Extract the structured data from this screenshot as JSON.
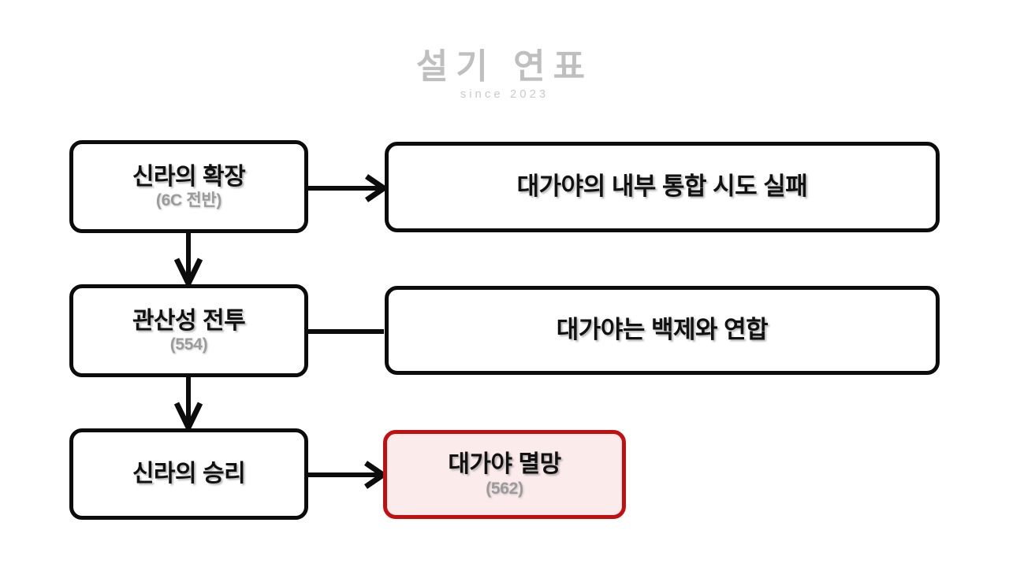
{
  "watermark": {
    "main": "설기 연표",
    "sub": "since 2023"
  },
  "colors": {
    "background": "#ffffff",
    "node_border": "#0c0c0c",
    "node_fill": "#ffffff",
    "title_text": "#111111",
    "subtitle_text": "#9b9b9b",
    "highlight_border": "#c30f0f",
    "highlight_fill": "#fbebeb",
    "connector": "#0c0c0c"
  },
  "diagram": {
    "type": "flowchart",
    "nodes": [
      {
        "id": "n1",
        "title": "신라의 확장",
        "subtitle": "(6C 전반)",
        "highlight": false
      },
      {
        "id": "n2",
        "title": "대가야의 내부 통합 시도 실패",
        "subtitle": "",
        "highlight": false
      },
      {
        "id": "n3",
        "title": "관산성 전투",
        "subtitle": "(554)",
        "highlight": false
      },
      {
        "id": "n4",
        "title": "대가야는 백제와 연합",
        "subtitle": "",
        "highlight": false
      },
      {
        "id": "n5",
        "title": "신라의 승리",
        "subtitle": "",
        "highlight": false
      },
      {
        "id": "n6",
        "title": "대가야 멸망",
        "subtitle": "(562)",
        "highlight": true
      }
    ],
    "edges": [
      {
        "from": "n1",
        "to": "n2",
        "direction": "right",
        "arrowhead": true
      },
      {
        "from": "n1",
        "to": "n3",
        "direction": "down",
        "arrowhead": true
      },
      {
        "from": "n3",
        "to": "n4",
        "direction": "right",
        "arrowhead": false
      },
      {
        "from": "n3",
        "to": "n5",
        "direction": "down",
        "arrowhead": true
      },
      {
        "from": "n5",
        "to": "n6",
        "direction": "right",
        "arrowhead": true
      }
    ]
  }
}
